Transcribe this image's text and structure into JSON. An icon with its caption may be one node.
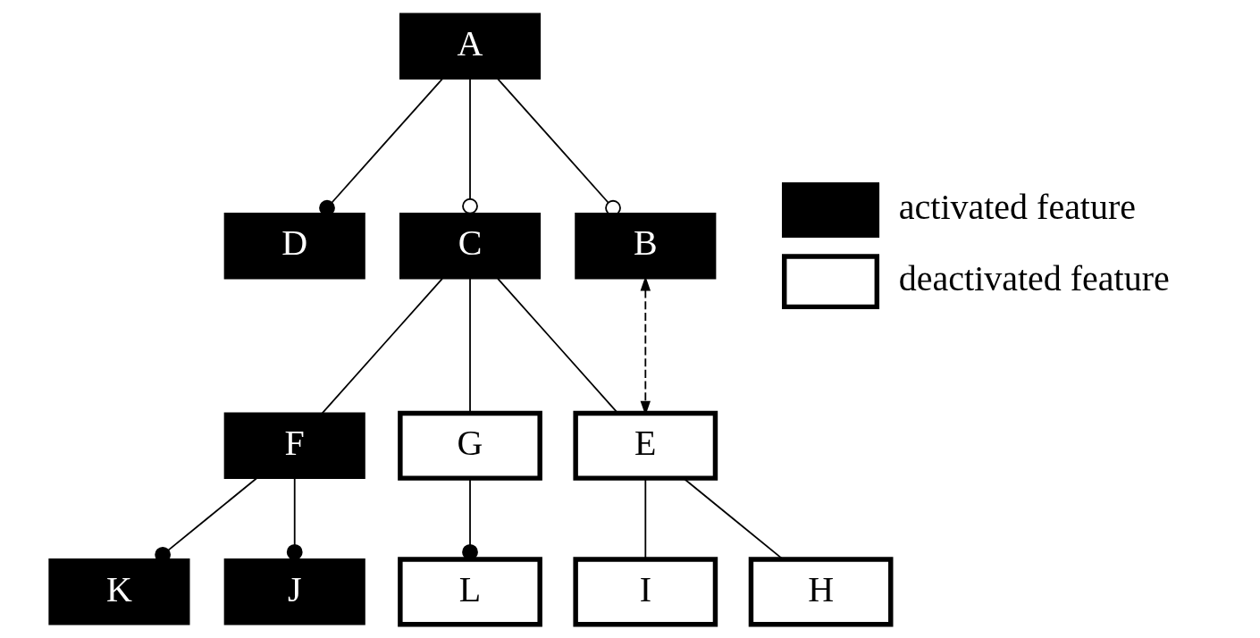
{
  "diagram": {
    "nodes": [
      {
        "text": [
          "A"
        ]
      },
      {
        "text": [
          "D"
        ]
      },
      {
        "text": [
          "C"
        ]
      },
      {
        "text": [
          "B"
        ]
      },
      {
        "text": [
          "F"
        ]
      },
      {
        "text": [
          "G"
        ]
      },
      {
        "text": [
          "E"
        ]
      },
      {
        "text": [
          "K"
        ]
      },
      {
        "text": [
          "J"
        ]
      },
      {
        "text": [
          "L"
        ]
      },
      {
        "text": [
          "I"
        ]
      },
      {
        "text": [
          "H"
        ]
      }
    ],
    "edges": [
      {
        "from": 0,
        "to": 1,
        "arrow": "other"
      },
      {
        "from": 0,
        "to": 2,
        "arrow": "other"
      },
      {
        "from": 0,
        "to": 3,
        "arrow": "other"
      },
      {
        "from": 2,
        "to": 4,
        "arrow": "none"
      },
      {
        "from": 2,
        "to": 5,
        "arrow": "none"
      },
      {
        "from": 2,
        "to": 6,
        "arrow": "none"
      },
      {
        "from": 3,
        "to": 6,
        "arrow": "both",
        "style": "dashed"
      },
      {
        "from": 4,
        "to": 7,
        "arrow": "other"
      },
      {
        "from": 4,
        "to": 8,
        "arrow": "other"
      },
      {
        "from": 5,
        "to": 9,
        "arrow": "other"
      },
      {
        "from": 6,
        "to": 10,
        "arrow": "none"
      },
      {
        "from": 6,
        "to": 11,
        "arrow": "none"
      }
    ],
    "legend": [
      {
        "text": "activated feature",
        "color": "#000000"
      },
      {
        "text": "deactivated feature",
        "color": "#ffffff"
      }
    ]
  }
}
